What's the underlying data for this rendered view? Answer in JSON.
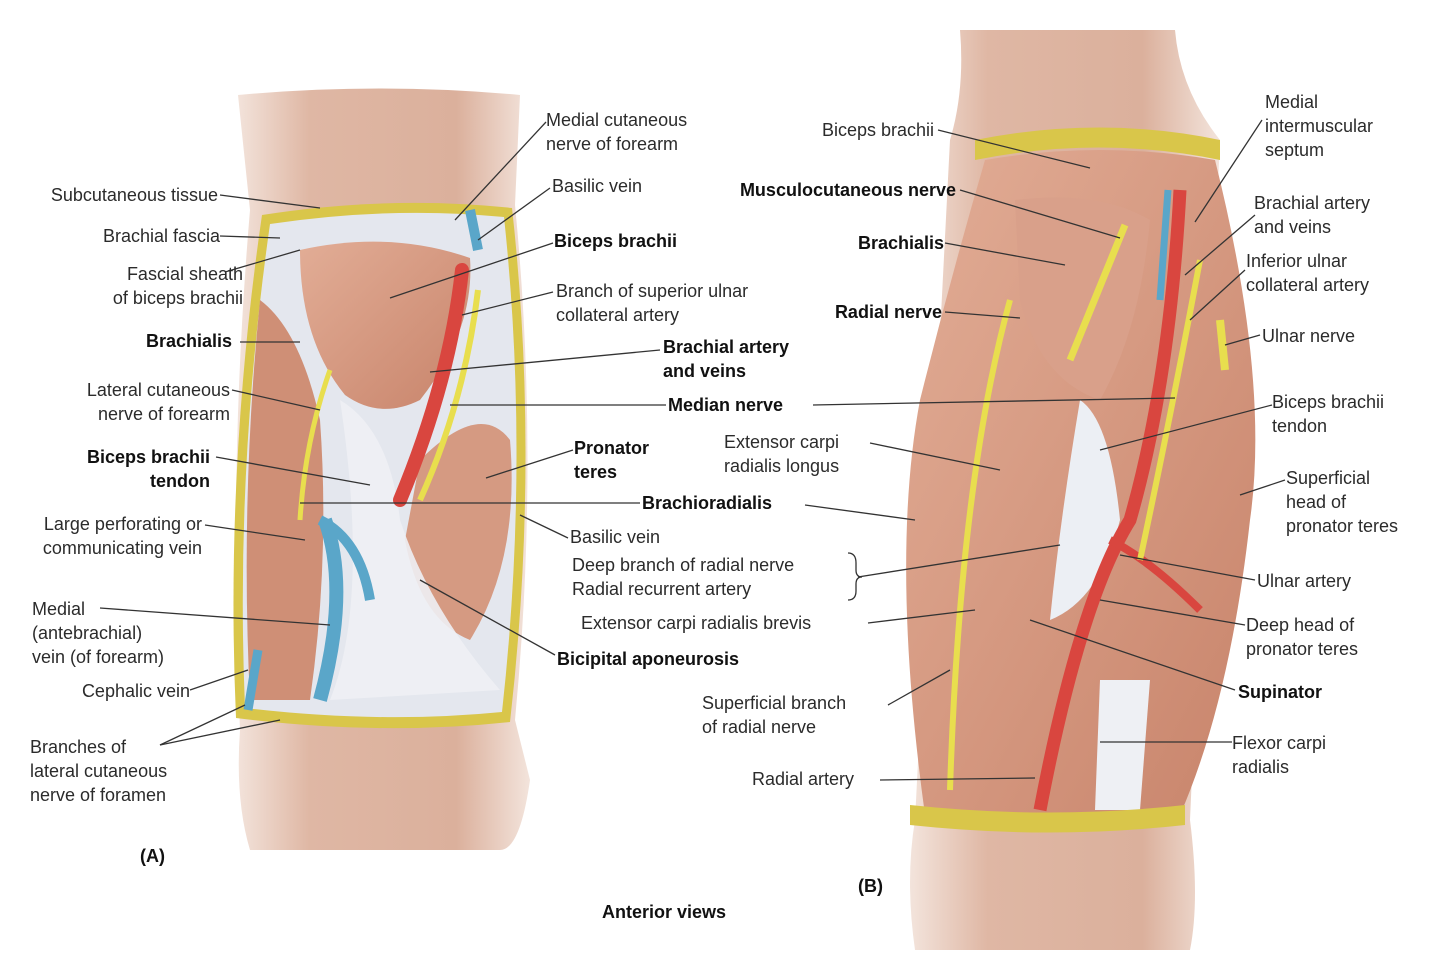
{
  "panel_a": {
    "caption": "(A)",
    "labels": {
      "medial_cutaneous_nerve": "Medial cutaneous\nnerve of forearm",
      "subcutaneous_tissue": "Subcutaneous tissue",
      "basilic_vein_top": "Basilic vein",
      "brachial_fascia": "Brachial fascia",
      "biceps_brachii": "Biceps brachii",
      "fascial_sheath": "Fascial sheath\nof biceps brachii",
      "branch_superior_ulnar": "Branch of superior ulnar\ncollateral artery",
      "brachialis": "Brachialis",
      "brachial_artery_veins": "Brachial artery\nand veins",
      "lateral_cutaneous": "Lateral cutaneous\nnerve of forearm",
      "median_nerve": "Median nerve",
      "biceps_tendon": "Biceps brachii\ntendon",
      "pronator_teres": "Pronator\nteres",
      "brachioradialis": "Brachioradialis",
      "large_perforating": "Large perforating or\ncommunicating vein",
      "basilic_vein_bottom": "Basilic vein",
      "medial_vein": "Medial\n(antebrachial)\nvein (of forearm)",
      "cephalic_vein": "Cephalic vein",
      "bicipital_aponeurosis": "Bicipital aponeurosis",
      "branches_lateral": "Branches of\nlateral cutaneous\nnerve of foramen"
    }
  },
  "panel_b": {
    "caption": "(B)",
    "labels": {
      "biceps_brachii": "Biceps brachii",
      "medial_septum": "Medial\nintermuscular\nseptum",
      "musculocutaneous": "Musculocutaneous nerve",
      "brachial_artery_veins": "Brachial artery\nand veins",
      "brachialis": "Brachialis",
      "inferior_ulnar": "Inferior ulnar\ncollateral artery",
      "radial_nerve": "Radial nerve",
      "ulnar_nerve": "Ulnar nerve",
      "biceps_tendon": "Biceps brachii\ntendon",
      "ecrl": "Extensor carpi\nradialis longus",
      "superficial_head": "Superficial\nhead of\npronator teres",
      "deep_branch_radial": "Deep branch of radial nerve\nRadial recurrent artery",
      "ulnar_artery": "Ulnar artery",
      "ecrb": "Extensor carpi radialis brevis",
      "deep_head": "Deep head of\npronator teres",
      "supinator": "Supinator",
      "superficial_branch": "Superficial branch\nof radial nerve",
      "flexor_carpi": "Flexor carpi\nradialis",
      "radial_artery": "Radial artery"
    }
  },
  "footer": "Anterior views",
  "colors": {
    "skin": "#e2b9a7",
    "muscle": "#d49a82",
    "fascia": "#e4e7ee",
    "fat_border": "#d9c64a",
    "artery": "#d9463f",
    "vein": "#5aa6c9",
    "nerve": "#e8de4e",
    "leader": "#333333"
  }
}
